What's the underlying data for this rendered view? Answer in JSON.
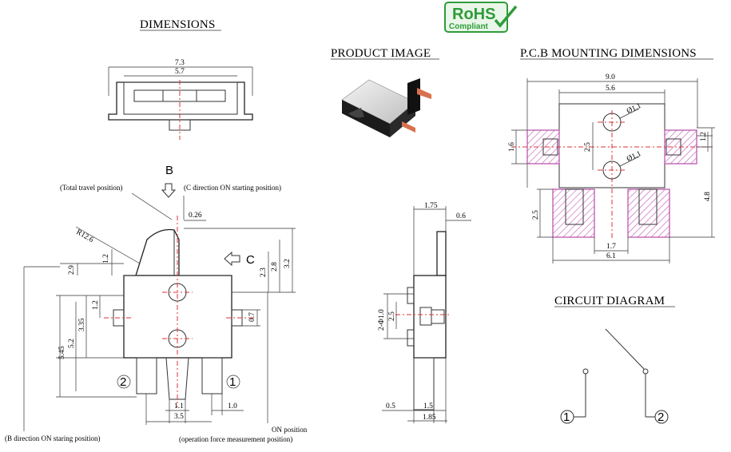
{
  "titles": {
    "dimensions": "DIMENSIONS",
    "product_image": "PRODUCT IMAGE",
    "pcb": "P.C.B MOUNTING DIMENSIONS",
    "circuit": "CIRCUIT DIAGRAM"
  },
  "rohs": {
    "line1": "RoHS",
    "line2": "Compliant"
  },
  "top_view": {
    "w_outer": "7.3",
    "w_inner": "5.7"
  },
  "front_view": {
    "arrow_b": "B",
    "arrow_c": "C",
    "total_travel": "(Total travel position)",
    "c_on_start": "(C direction ON starting position)",
    "b_on_start": "(B direction ON staring position)",
    "on_position": "ON position",
    "op_force": "(operation force measurement position)",
    "radius": "R12.6",
    "d_026": "0.26",
    "d_12_top": "1.2",
    "d_29": "2.9",
    "d_23": "2.3",
    "d_28": "2.8",
    "d_32": "3.2",
    "d_12_side": "1.2",
    "d_335": "3.35",
    "d_545": "5.45",
    "d_52": "5.2",
    "d_07": "0.7",
    "d_11": "1.1",
    "d_10": "1.0",
    "d_35": "3.5",
    "pin2": "2",
    "pin1": "1"
  },
  "side_view": {
    "d_175": "1.75",
    "d_06": "0.6",
    "d_2phi10": "2-Φ1.0",
    "d_25": "2.5",
    "d_05": "0.5",
    "d_15": "1.5",
    "d_185": "1.85"
  },
  "pcb": {
    "d_90": "9.0",
    "d_56": "5.6",
    "d_phi11_a": "Ø1.1",
    "d_phi11_b": "Ø1.1",
    "d_16": "1.6",
    "d_25_mid": "2.5",
    "d_12": "1.2",
    "d_48": "4.8",
    "d_25_left": "2.5",
    "d_17": "1.7",
    "d_61": "6.1"
  },
  "circuit": {
    "pin1": "1",
    "pin2": "2"
  },
  "colors": {
    "centerline": "#e0303a",
    "pad_hatch": "#b74aa6",
    "rohs_green": "#2e9c3a"
  }
}
